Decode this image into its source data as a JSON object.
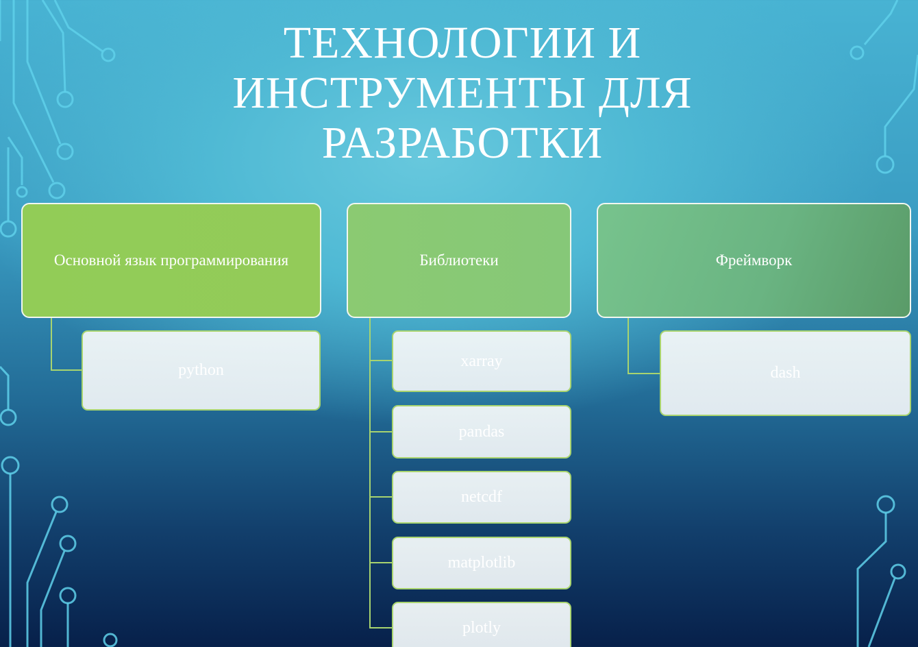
{
  "title": {
    "line1": "ТЕХНОЛОГИИ И",
    "line2": "ИНСТРУМЕНТЫ ДЛЯ",
    "line3": "РАЗРАБОТКИ"
  },
  "categories": [
    {
      "label": "Основной язык программирования",
      "color": "#92cc57",
      "items": [
        "python"
      ]
    },
    {
      "label": "Библиотеки",
      "color": "#87c975",
      "items": [
        "xarray",
        "pandas",
        "netcdf",
        "matplotlib",
        "plotly"
      ]
    },
    {
      "label": "Фреймворк",
      "color": "#6bb88a",
      "items": [
        "dash"
      ]
    }
  ],
  "colors": {
    "connector": "#a8d46f",
    "item_border": "#a9d46e",
    "circuit": "#5fd0ea"
  }
}
